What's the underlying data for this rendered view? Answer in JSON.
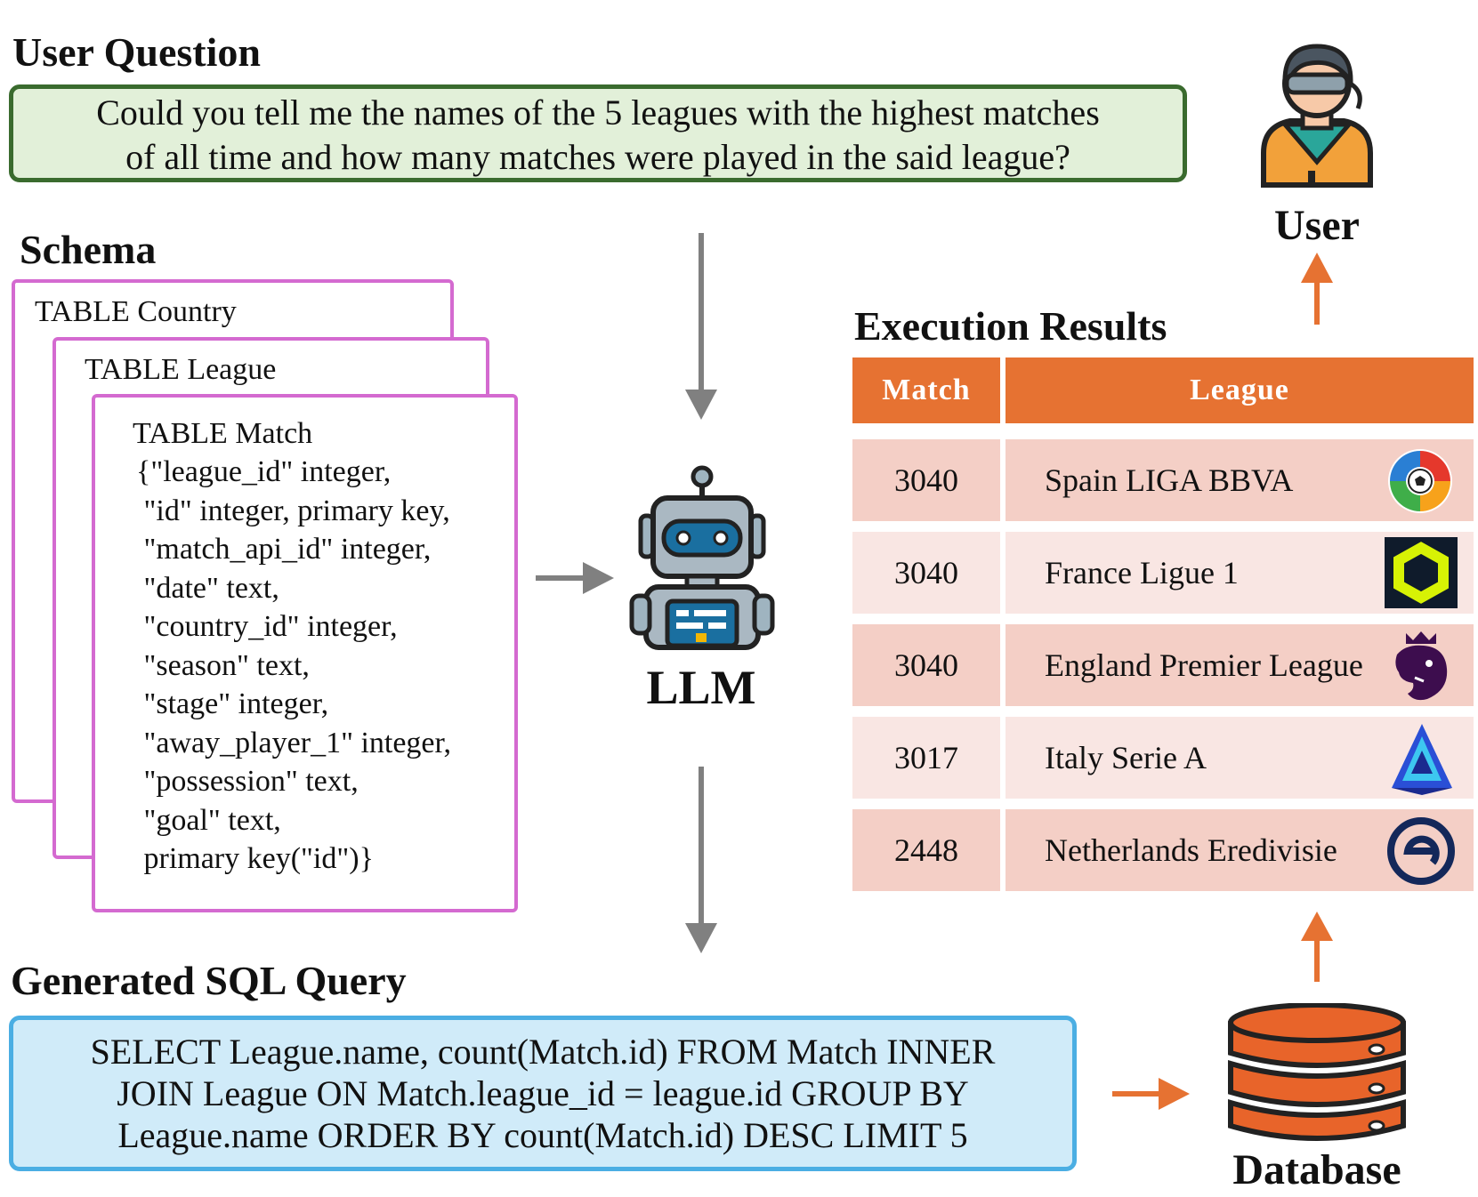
{
  "headings": {
    "user_question": "User Question",
    "schema": "Schema",
    "execution_results": "Execution Results",
    "generated_sql": "Generated SQL Query"
  },
  "question": {
    "line1": "Could you tell me the names of the 5 leagues with the highest matches",
    "line2": "of all time and how many matches were played in the said league?"
  },
  "schema": {
    "card1_title": "TABLE Country",
    "card2_title": "TABLE League",
    "card3_title": "TABLE Match",
    "lines": [
      "{\"league_id\" integer,",
      " \"id\" integer, primary key,",
      " \"match_api_id\" integer,",
      " \"date\" text,",
      " \"country_id\" integer,",
      " \"season\" text,",
      " \"stage\" integer,",
      " \"away_player_1\" integer,",
      " \"possession\" text,",
      " \"goal\" text,",
      " primary key(\"id\")}"
    ]
  },
  "llm_label": "LLM",
  "user_label": "User",
  "database_label": "Database",
  "sql": {
    "line1": "SELECT League.name, count(Match.id) FROM Match INNER",
    "line2": "JOIN League ON Match.league_id = league.id GROUP BY",
    "line3": "League.name ORDER BY count(Match.id) DESC LIMIT 5"
  },
  "results": {
    "headers": [
      "Match",
      "League"
    ],
    "rows": [
      {
        "match": "3040",
        "league": "Spain LIGA BBVA",
        "logo": "laliga-logo"
      },
      {
        "match": "3040",
        "league": "France Ligue 1",
        "logo": "ligue1-logo"
      },
      {
        "match": "3040",
        "league": "England Premier League",
        "logo": "premier-league-logo"
      },
      {
        "match": "3017",
        "league": "Italy Serie A",
        "logo": "serie-a-logo"
      },
      {
        "match": "2448",
        "league": "Netherlands Eredivisie",
        "logo": "eredivisie-logo"
      }
    ]
  },
  "colors": {
    "question_bg": "#e2f0d9",
    "question_border": "#3a6b2e",
    "schema_border": "#d46ad0",
    "sql_bg": "#d0ebf9",
    "sql_border": "#4baee3",
    "table_header": "#e67232",
    "row_dark": "#f4cfc6",
    "row_light": "#f9e6e3",
    "arrow_gray": "#808080",
    "arrow_orange": "#e67232"
  }
}
